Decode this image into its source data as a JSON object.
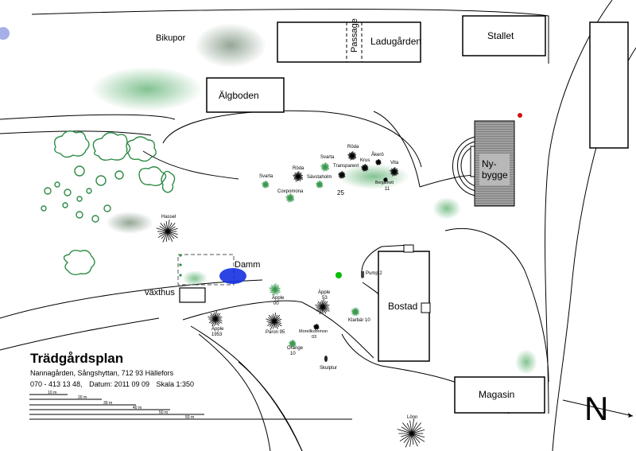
{
  "buildings": {
    "ladugarden": "Ladugården",
    "passage": "Passage",
    "stallet": "Stallet",
    "algboden": "Älgboden",
    "nybygge": "Ny-\nbygge",
    "bostad": "Bostad",
    "magasin": "Magasin",
    "vaxthus": "växthus"
  },
  "areas": {
    "bikupor": "Bikupor",
    "damm": "Damm",
    "pump": "Pump 2",
    "hassel": "Hassel"
  },
  "trees": {
    "svarta1": "Svarta",
    "roda1": "Röda",
    "svarta2": "Svarta",
    "roda2": "Röda",
    "akero": "Åkerö",
    "krus": "Krus",
    "vita": "Vita",
    "savstaholm": "Sävstaholm",
    "transparent": "Transparent",
    "coxpomona": "Coxpomona",
    "num25": "25",
    "num11": "11",
    "berg": "Bergamott",
    "apple00": "Äpple\n00",
    "apple53": "Äpple\n53",
    "apple1953": "Äpple\n1953",
    "paron95": "Päron 95",
    "morello": "Morellkommon\n03",
    "orange": "Orange\n10",
    "klarbar": "Klarbär 10",
    "skulptur": "Skulptur",
    "lonn": "Lönn"
  },
  "plan": {
    "title": "Trädgårdsplan",
    "address": "Nannagården, Sångshyttan, 712 93 Hällefors",
    "phone": "070 - 413 13 48,",
    "date": "Datum: 2011 09 09",
    "scale": "Skala 1:350",
    "north": "N"
  },
  "scalebars": [
    "10 m",
    "20 m",
    "30 m",
    "40 m",
    "50 m",
    "50 m"
  ],
  "colors": {
    "bush": "#3a9a4f",
    "hedge": "#2e8b45",
    "pond": "#1430e0",
    "pump": "#00c000",
    "marker": "#d01010",
    "building_hatch": "#808080"
  }
}
